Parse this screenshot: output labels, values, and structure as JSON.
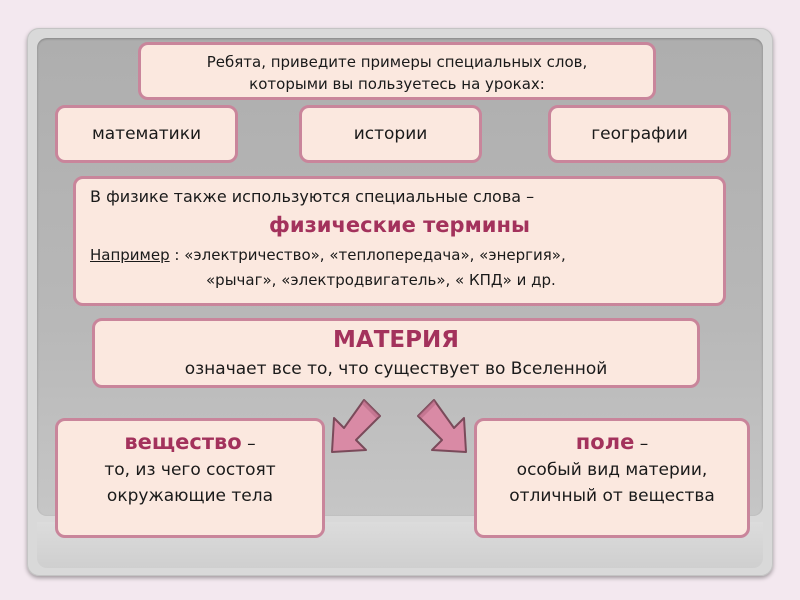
{
  "question": {
    "line1": "Ребята, приведите примеры специальных слов,",
    "line2": "которыми вы пользуетесь  на уроках:"
  },
  "subjects": [
    "математики",
    "истории",
    "географии"
  ],
  "physics": {
    "line1": "В физике также используются специальные слова –",
    "terms": "физические термины",
    "example_label": "Например",
    "example_line1": ": «электричество», «теплопередача», «энергия»,",
    "example_line2": "«рычаг», «электродвигатель», « КПД» и др."
  },
  "materia": {
    "title": "МАТЕРИЯ",
    "description": "означает все то, что существует во Вселенной"
  },
  "substance": {
    "term": "вещество",
    "dash": " –",
    "line1": "то, из чего состоят",
    "line2": "окружающие  тела"
  },
  "field": {
    "term": "поле",
    "dash": " –",
    "line1": "особый вид материи,",
    "line2": "отличный от вещества"
  },
  "colors": {
    "box_fill": "#fbe8df",
    "box_border": "#c9859b",
    "accent_text": "#a3325c",
    "arrow_fill": "#d98aa5"
  },
  "icons": [
    "arrow-down-left-icon",
    "arrow-down-right-icon"
  ]
}
